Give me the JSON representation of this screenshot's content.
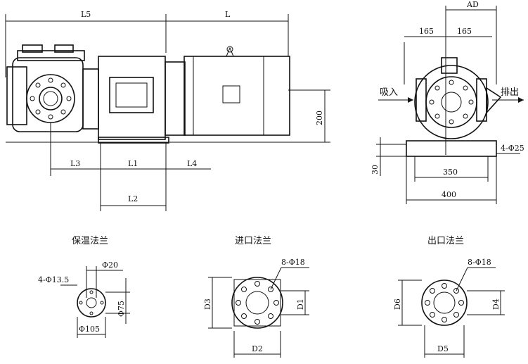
{
  "front_view": {
    "dims": {
      "L5": "L5",
      "L": "L",
      "L3": "L3",
      "L1": "L1",
      "L4": "L4",
      "L2": "L2",
      "h200": "200"
    }
  },
  "side_view": {
    "dims": {
      "AD": "AD",
      "w165a": "165",
      "w165b": "165",
      "w350": "350",
      "w400": "400",
      "h30": "30",
      "holes": "4-Φ25"
    },
    "labels": {
      "inlet": "吸入",
      "outlet": "排出"
    }
  },
  "flanges": [
    {
      "title": "保温法兰",
      "bolt": "4-Φ13.5",
      "d_small": "Φ20",
      "d_pcd": "Φ75",
      "d_out": "Φ105"
    },
    {
      "title": "进口法兰",
      "bolt": "8-Φ18",
      "d_left": "D3",
      "d_right": "D1",
      "d_bottom": "D2"
    },
    {
      "title": "出口法兰",
      "bolt": "8-Φ18",
      "d_left": "D6",
      "d_right": "D4",
      "d_bottom": "D5"
    }
  ]
}
